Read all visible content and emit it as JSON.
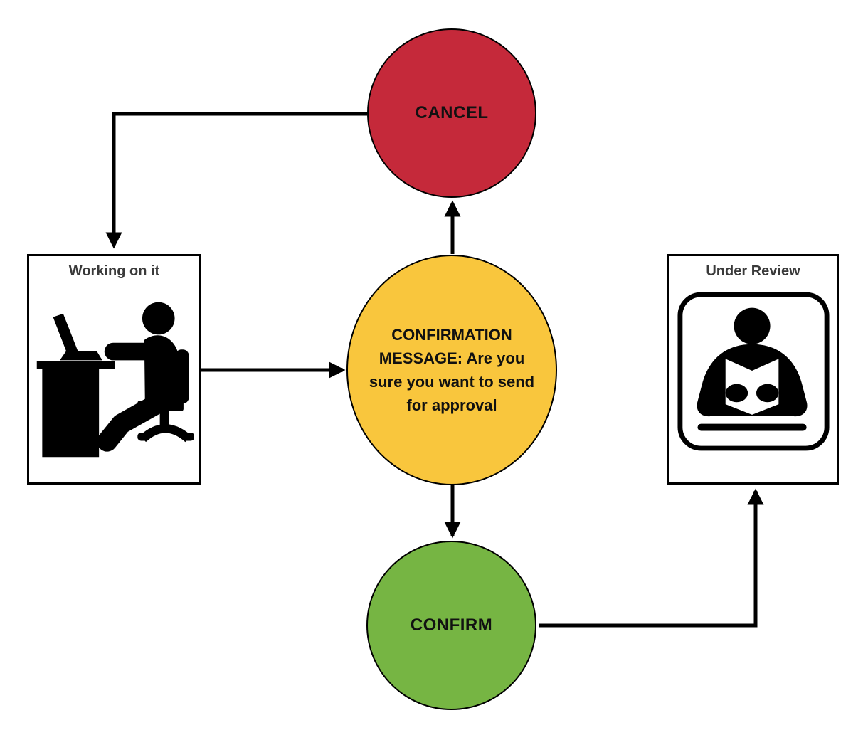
{
  "diagram": {
    "background_color": "#ffffff",
    "line_color": "#000000",
    "nodes": {
      "cancel": {
        "label": "CANCEL",
        "shape": "circle",
        "fill": "#c5293a",
        "text_color": "#111111"
      },
      "confirmation": {
        "label": "CONFIRMATION MESSAGE: Are you sure you want to send for approval",
        "shape": "ellipse",
        "fill": "#f9c63d",
        "text_color": "#111111"
      },
      "confirm": {
        "label": "CONFIRM",
        "shape": "circle",
        "fill": "#76b543",
        "text_color": "#111111"
      },
      "working": {
        "label": "Working on it",
        "shape": "box",
        "fill": "#ffffff",
        "icon": "person-at-desk-icon",
        "text_color": "#3a3a3a"
      },
      "under_review": {
        "label": "Under Review",
        "shape": "box",
        "fill": "#ffffff",
        "icon": "person-reading-icon",
        "text_color": "#3a3a3a"
      }
    },
    "edges": [
      {
        "from": "working",
        "to": "confirmation",
        "style": "straight-right"
      },
      {
        "from": "confirmation",
        "to": "cancel",
        "style": "straight-up"
      },
      {
        "from": "confirmation",
        "to": "confirm",
        "style": "straight-down"
      },
      {
        "from": "cancel",
        "to": "working",
        "style": "elbow-left-down"
      },
      {
        "from": "confirm",
        "to": "under_review",
        "style": "elbow-right-up"
      }
    ]
  }
}
